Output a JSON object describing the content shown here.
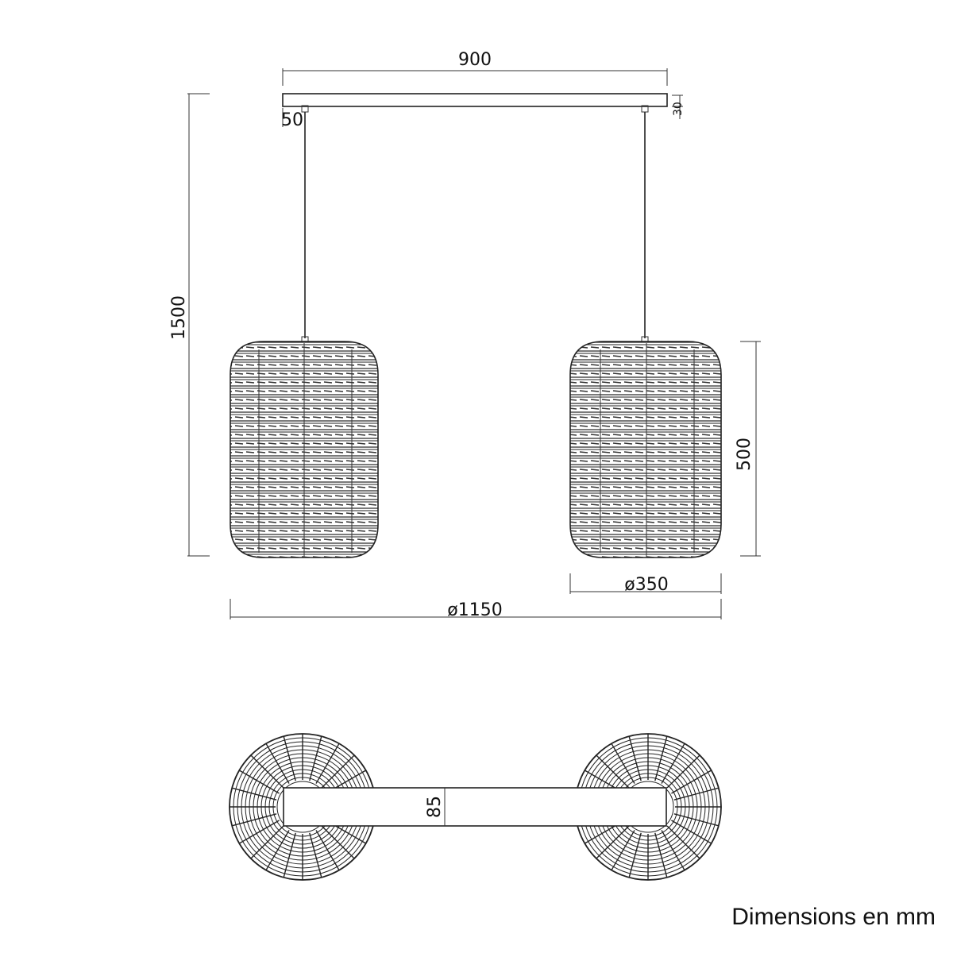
{
  "dimensions": {
    "bar_length": "900",
    "bar_thickness": "30",
    "canopy_offset": "50",
    "total_height": "1500",
    "shade_height": "500",
    "shade_diameter": "ø350",
    "overall_width": "ø1150",
    "bar_width_top": "85"
  },
  "caption": "Dimensions en mm"
}
